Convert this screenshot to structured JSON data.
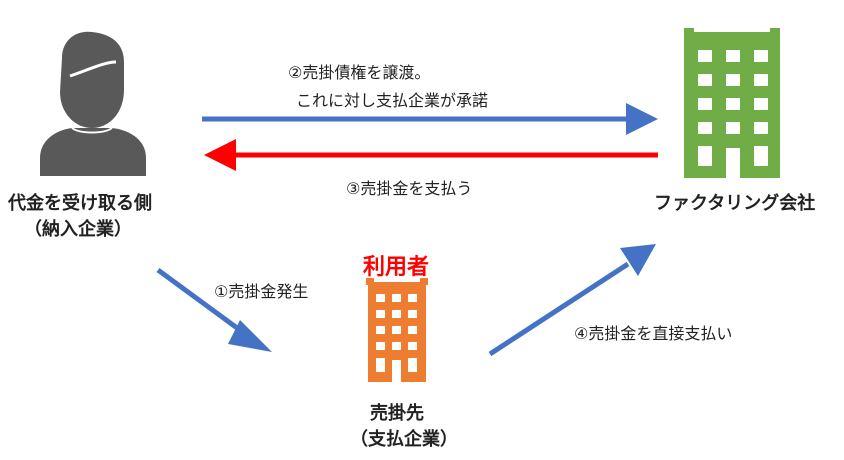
{
  "supplier": {
    "name": "代金を受け取る側",
    "sub": "（納入企業）"
  },
  "factoring": {
    "name": "ファクタリング会社"
  },
  "buyer": {
    "tag": "利用者",
    "name": "売掛先",
    "sub": "（支払企業）"
  },
  "steps": {
    "s1": "①売掛金発生",
    "s2_line1": "②売掛債権を譲渡。",
    "s2_line2": "これに対し支払企業が承諾",
    "s3": "③売掛金を支払う",
    "s4": "④売掛金を直接支払い"
  },
  "colors": {
    "person": "#595959",
    "factoring_building": "#70ad47",
    "buyer_building": "#ed7d31",
    "arrow_blue": "#4472c4",
    "arrow_red": "#ff0000",
    "tag_red": "#ff0000"
  },
  "icons": {
    "supplier": "person-icon",
    "factoring": "building-icon",
    "buyer": "building-icon"
  }
}
